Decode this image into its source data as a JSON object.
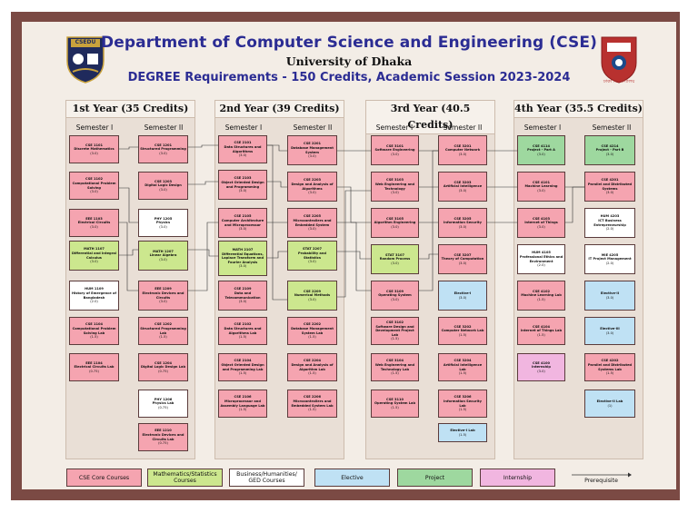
{
  "header": {
    "title": "Department of Computer Science and Engineering (CSE)",
    "university": "University of Dhaka",
    "degree": "DEGREE Requirements - 150 Credits, Academic Session 2023-2024",
    "left_logo_text": "CSEDU",
    "right_logo_text": "ঢাকা বিশ্ববিদ্যালয়"
  },
  "colors": {
    "frame": "#7b4a44",
    "title": "#2b2c93",
    "core": "#f5a4b0",
    "math": "#cce78e",
    "ged": "#ffffff",
    "elective": "#bfe1f4",
    "project": "#9ed89f",
    "internship": "#f1b6e0"
  },
  "years": [
    {
      "label": "1st Year (35 Credits)",
      "sem1": "Semester I",
      "sem2": "Semester II"
    },
    {
      "label": "2nd Year (39 Credits)",
      "sem1": "Semester I",
      "sem2": "Semester II"
    },
    {
      "label": "3rd Year (40.5 Credits)",
      "sem1": "Semester I",
      "sem2": "Semester II"
    },
    {
      "label": "4th Year (35.5 Credits)",
      "sem1": "Semester I",
      "sem2": "Semester II"
    }
  ],
  "courses": [
    {
      "id": "c1101",
      "code": "CSE 1101",
      "name": "Discrete Mathematics",
      "credits": "(3.0)",
      "type": "core"
    },
    {
      "id": "c1102",
      "code": "CSE 1102",
      "name": "Computational Problem Solving",
      "credits": "(3.0)",
      "type": "core"
    },
    {
      "id": "e1103",
      "code": "EEE 1103",
      "name": "Electrical Circuits",
      "credits": "(3.0)",
      "type": "core"
    },
    {
      "id": "m1107",
      "code": "MATH 1107",
      "name": "Differential and Integral Calculus",
      "credits": "(3.0)",
      "type": "math"
    },
    {
      "id": "h1109",
      "code": "HUM 1109",
      "name": "History of Emergence of Bangladesh",
      "credits": "(2.0)",
      "type": "ged"
    },
    {
      "id": "c1104",
      "code": "CSE 1104",
      "name": "Computational Problem Solving Lab",
      "credits": "(1.5)",
      "type": "core"
    },
    {
      "id": "e1104",
      "code": "EEE 1104",
      "name": "Electrical Circuits Lab",
      "credits": "(0.75)",
      "type": "core"
    },
    {
      "id": "c1201",
      "code": "CSE 1201",
      "name": "Structured Programming",
      "credits": "(3.0)",
      "type": "core"
    },
    {
      "id": "c1203",
      "code": "CSE 1203",
      "name": "Digital Logic Design",
      "credits": "(3.0)",
      "type": "core"
    },
    {
      "id": "p1205",
      "code": "PHY 1205",
      "name": "Physics",
      "credits": "(3.0)",
      "type": "ged"
    },
    {
      "id": "m1207",
      "code": "MATH 1207",
      "name": "Linear Algebra",
      "credits": "(3.0)",
      "type": "math"
    },
    {
      "id": "e1209",
      "code": "EEE 1209",
      "name": "Electronic Devices and Circuits",
      "credits": "(3.0)",
      "type": "core"
    },
    {
      "id": "c1202",
      "code": "CSE 1202",
      "name": "Structured Programming Lab",
      "credits": "(1.5)",
      "type": "core"
    },
    {
      "id": "c1204",
      "code": "CSE 1204",
      "name": "Digital Logic Design Lab",
      "credits": "(0.75)",
      "type": "core"
    },
    {
      "id": "p1206",
      "code": "PHY 1206",
      "name": "Physics Lab",
      "credits": "(0.75)",
      "type": "ged"
    },
    {
      "id": "e1210",
      "code": "EEE 1210",
      "name": "Electronic Devices and Circuits Lab",
      "credits": "(0.75)",
      "type": "core"
    },
    {
      "id": "c2101",
      "code": "CSE 2101",
      "name": "Data Structures and Algorithms",
      "credits": "(3.0)",
      "type": "core"
    },
    {
      "id": "c2103",
      "code": "CSE 2103",
      "name": "Object Oriented Design and Programming",
      "credits": "(3.0)",
      "type": "core"
    },
    {
      "id": "c2105",
      "code": "CSE 2105",
      "name": "Computer Architecture and Microprocessor",
      "credits": "(3.0)",
      "type": "core"
    },
    {
      "id": "m2107",
      "code": "MATH 2107",
      "name": "Differential Equations, Laplace Transform and Fourier Analysis",
      "credits": "(3.0)",
      "type": "math"
    },
    {
      "id": "c2109",
      "code": "CSE 2109",
      "name": "Data and Telecommunication",
      "credits": "(3.0)",
      "type": "core"
    },
    {
      "id": "c2102",
      "code": "CSE 2102",
      "name": "Data Structures and Algorithms Lab",
      "credits": "(1.5)",
      "type": "core"
    },
    {
      "id": "c2104",
      "code": "CSE 2104",
      "name": "Object Oriented Design and Programming Lab",
      "credits": "(1.5)",
      "type": "core"
    },
    {
      "id": "c2106",
      "code": "CSE 2106",
      "name": "Microprocessor and Assembly Language Lab",
      "credits": "(1.5)",
      "type": "core"
    },
    {
      "id": "c2201",
      "code": "CSE 2201",
      "name": "Database Management System",
      "credits": "(3.0)",
      "type": "core"
    },
    {
      "id": "c2203",
      "code": "CSE 2203",
      "name": "Design and Analysis of Algorithms",
      "credits": "(3.0)",
      "type": "core"
    },
    {
      "id": "c2205",
      "code": "CSE 2205",
      "name": "Microcontrollers and Embedded System",
      "credits": "(3.0)",
      "type": "core"
    },
    {
      "id": "s2207",
      "code": "STAT 2207",
      "name": "Probability and Statistics",
      "credits": "(3.0)",
      "type": "math"
    },
    {
      "id": "c2209",
      "code": "CSE 2209",
      "name": "Numerical Methods",
      "credits": "(3.0)",
      "type": "math"
    },
    {
      "id": "c2202",
      "code": "CSE 2202",
      "name": "Database Management System Lab",
      "credits": "(1.5)",
      "type": "core"
    },
    {
      "id": "c2204",
      "code": "CSE 2204",
      "name": "Design and Analysis of Algorithm Lab",
      "credits": "(1.5)",
      "type": "core"
    },
    {
      "id": "c2206",
      "code": "CSE 2206",
      "name": "Microcontrollers and Embedded System Lab",
      "credits": "(1.5)",
      "type": "core"
    },
    {
      "id": "c3101",
      "code": "CSE 3101",
      "name": "Software Engineering",
      "credits": "(3.0)",
      "type": "core"
    },
    {
      "id": "c3103",
      "code": "CSE 3103",
      "name": "Web Engineering and Technology",
      "credits": "(3.0)",
      "type": "core"
    },
    {
      "id": "c3105",
      "code": "CSE 3105",
      "name": "Algorithm Engineering",
      "credits": "(3.0)",
      "type": "core"
    },
    {
      "id": "s3107",
      "code": "STAT 3107",
      "name": "Random Process",
      "credits": "(3.0)",
      "type": "math"
    },
    {
      "id": "c3109",
      "code": "CSE 3109",
      "name": "Operating System",
      "credits": "(3.0)",
      "type": "core"
    },
    {
      "id": "c3102",
      "code": "CSE 3102",
      "name": "Software Design and Development Project Lab",
      "credits": "(1.5)",
      "type": "core"
    },
    {
      "id": "c3104",
      "code": "CSE 3104",
      "name": "Web Engineering and Technology Lab",
      "credits": "(1.5)",
      "type": "core"
    },
    {
      "id": "c3110",
      "code": "CSE 3110",
      "name": "Operating System Lab",
      "credits": "(1.5)",
      "type": "core"
    },
    {
      "id": "c3201",
      "code": "CSE 3201",
      "name": "Computer Network",
      "credits": "(3.0)",
      "type": "core"
    },
    {
      "id": "c3203",
      "code": "CSE 3203",
      "name": "Artificial Intelligence",
      "credits": "(3.0)",
      "type": "core"
    },
    {
      "id": "c3205",
      "code": "CSE 3205",
      "name": "Information Security",
      "credits": "(3.0)",
      "type": "core"
    },
    {
      "id": "c3207",
      "code": "CSE 3207",
      "name": "Theory of Computation",
      "credits": "(3.0)",
      "type": "core"
    },
    {
      "id": "el1",
      "code": "",
      "name": "Elective-I",
      "credits": "(3.0)",
      "type": "elective"
    },
    {
      "id": "c3202",
      "code": "CSE 3202",
      "name": "Computer Network Lab",
      "credits": "(1.5)",
      "type": "core"
    },
    {
      "id": "c3204",
      "code": "CSE 3204",
      "name": "Artificial Intelligence Lab",
      "credits": "(1.5)",
      "type": "core"
    },
    {
      "id": "c3206",
      "code": "CSE 3206",
      "name": "Information Security Lab",
      "credits": "(1.5)",
      "type": "core"
    },
    {
      "id": "el1lab",
      "code": "",
      "name": "Elective-I Lab",
      "credits": "(1.5)",
      "type": "elective"
    },
    {
      "id": "c4114",
      "code": "CSE 4114",
      "name": "Project - Part A",
      "credits": "(3.0)",
      "type": "project"
    },
    {
      "id": "c4101",
      "code": "CSE 4101",
      "name": "Machine Learning",
      "credits": "(3.0)",
      "type": "core"
    },
    {
      "id": "c4103",
      "code": "CSE 4103",
      "name": "Internet of Things",
      "credits": "(3.0)",
      "type": "core"
    },
    {
      "id": "h4105",
      "code": "HUM 4105",
      "name": "Professional Ethics and Environment",
      "credits": "(2.0)",
      "type": "ged"
    },
    {
      "id": "c4102",
      "code": "CSE 4102",
      "name": "Machine Learning Lab",
      "credits": "(1.5)",
      "type": "core"
    },
    {
      "id": "c4104",
      "code": "CSE 4104",
      "name": "Internet of Things Lab",
      "credits": "(1.5)",
      "type": "core"
    },
    {
      "id": "c4100",
      "code": "CSE 4100",
      "name": "Internship",
      "credits": "(3.0)",
      "type": "intern"
    },
    {
      "id": "c4214",
      "code": "CSE 4214",
      "name": "Project - Part B",
      "credits": "(3.0)",
      "type": "project"
    },
    {
      "id": "c4201",
      "code": "CSE 4201",
      "name": "Parallel and Distributed Systems",
      "credits": "(3.0)",
      "type": "core"
    },
    {
      "id": "h4203",
      "code": "HUM 4203",
      "name": "ICT Business Entrepreneurship",
      "credits": "(2.0)",
      "type": "ged"
    },
    {
      "id": "m4205",
      "code": "MIE 4205",
      "name": "IT Project Management",
      "credits": "(2.0)",
      "type": "ged"
    },
    {
      "id": "el2",
      "code": "",
      "name": "Elective-II",
      "credits": "(3.0)",
      "type": "elective"
    },
    {
      "id": "el3",
      "code": "",
      "name": "Elective-III",
      "credits": "(3.0)",
      "type": "elective"
    },
    {
      "id": "c4202",
      "code": "CSE 4202",
      "name": "Parallel and Distributed Systems Lab",
      "credits": "(1.5)",
      "type": "core"
    },
    {
      "id": "el2lab",
      "code": "",
      "name": "Elective-II Lab",
      "credits": "(1)",
      "type": "elective"
    }
  ],
  "legend": [
    {
      "label": "CSE Core Courses",
      "type": "core"
    },
    {
      "label": "Mathematics/Statistics Courses",
      "type": "math"
    },
    {
      "label": "Business/Humanities/ GED Courses",
      "type": "ged"
    },
    {
      "label": "Elective",
      "type": "elective"
    },
    {
      "label": "Project",
      "type": "project"
    },
    {
      "label": "Internship",
      "type": "intern"
    },
    {
      "label": "Prerequisite",
      "type": "arrow"
    }
  ]
}
